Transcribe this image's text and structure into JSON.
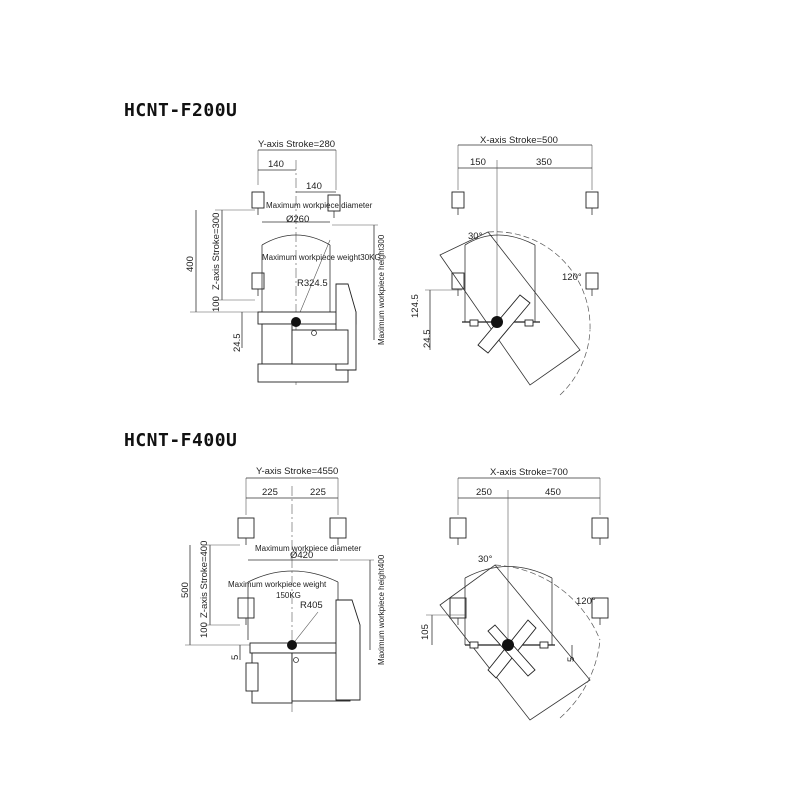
{
  "models": [
    {
      "name": "HCNT-F200U",
      "side_view": {
        "y_axis_stroke": "Y-axis Stroke=280",
        "y_left": "140",
        "y_right": "140",
        "max_diameter_label": "Maximum workpiece diameter",
        "diameter_value": "Ø260",
        "z_axis_stroke": "Z-axis Stroke=300",
        "height_total": "400",
        "height_lower": "100",
        "offset": "24.5",
        "max_weight_label": "Maximum workpiece weight30KG",
        "radius": "R324.5",
        "max_height_label": "Maximum workpiece height300"
      },
      "front_view": {
        "x_axis_stroke": "X-axis Stroke=500",
        "x_left": "150",
        "x_right": "350",
        "tilt_left": "30°",
        "tilt_right": "120°",
        "offset_upper": "124.5",
        "offset_lower": "24.5"
      }
    },
    {
      "name": "HCNT-F400U",
      "side_view": {
        "y_axis_stroke": "Y-axis Stroke=4550",
        "y_left": "225",
        "y_right": "225",
        "max_diameter_label": "Maximum workpiece diameter",
        "diameter_value": "Ø420",
        "z_axis_stroke": "Z-axis Stroke=400",
        "height_total": "500",
        "height_lower": "100",
        "offset": "5",
        "max_weight_label_line1": "Maximum workpiece weight",
        "max_weight_label_line2": "150KG",
        "radius": "R405",
        "max_height_label": "Maximum workpiece height400"
      },
      "front_view": {
        "x_axis_stroke": "X-axis Stroke=700",
        "x_left": "250",
        "x_right": "450",
        "tilt_left": "30°",
        "tilt_right": "120°",
        "offset_upper": "105",
        "offset_lower": "5"
      }
    }
  ]
}
